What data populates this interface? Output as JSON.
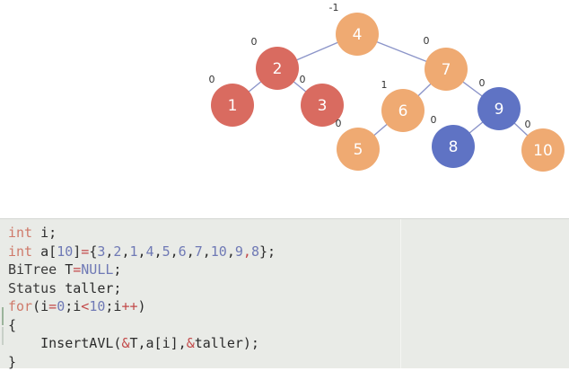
{
  "tree": {
    "colors": {
      "red": "#d96b60",
      "orange": "#efaa72",
      "blue": "#5f73c4",
      "edge": "#8c95c9"
    },
    "nodes": [
      {
        "id": "n4",
        "label": "4",
        "bf": "-1",
        "color": "orange"
      },
      {
        "id": "n2",
        "label": "2",
        "bf": "0",
        "color": "red"
      },
      {
        "id": "n7",
        "label": "7",
        "bf": "0",
        "color": "orange"
      },
      {
        "id": "n1",
        "label": "1",
        "bf": "0",
        "color": "red"
      },
      {
        "id": "n3",
        "label": "3",
        "bf": "0",
        "color": "red"
      },
      {
        "id": "n6",
        "label": "6",
        "bf": "1",
        "color": "orange"
      },
      {
        "id": "n9",
        "label": "9",
        "bf": "0",
        "color": "blue"
      },
      {
        "id": "n5",
        "label": "5",
        "bf": "0",
        "color": "orange"
      },
      {
        "id": "n8",
        "label": "8",
        "bf": "0",
        "color": "blue"
      },
      {
        "id": "n10",
        "label": "10",
        "bf": "0",
        "color": "orange"
      }
    ],
    "edges": [
      [
        "n4",
        "n2"
      ],
      [
        "n4",
        "n7"
      ],
      [
        "n2",
        "n1"
      ],
      [
        "n2",
        "n3"
      ],
      [
        "n7",
        "n6"
      ],
      [
        "n7",
        "n9"
      ],
      [
        "n6",
        "n5"
      ],
      [
        "n9",
        "n8"
      ],
      [
        "n9",
        "n10"
      ]
    ]
  },
  "code": {
    "lines": [
      [
        {
          "t": "int",
          "k": "kw"
        },
        {
          "t": " i;",
          "k": "plain"
        }
      ],
      [
        {
          "t": "int",
          "k": "kw"
        },
        {
          "t": " a[",
          "k": "plain"
        },
        {
          "t": "10",
          "k": "num"
        },
        {
          "t": "]",
          "k": "plain"
        },
        {
          "t": "=",
          "k": "op"
        },
        {
          "t": "{",
          "k": "plain"
        },
        {
          "t": "3",
          "k": "num"
        },
        {
          "t": ",",
          "k": "plain"
        },
        {
          "t": "2",
          "k": "num"
        },
        {
          "t": ",",
          "k": "plain"
        },
        {
          "t": "1",
          "k": "num"
        },
        {
          "t": ",",
          "k": "plain"
        },
        {
          "t": "4",
          "k": "num"
        },
        {
          "t": ",",
          "k": "plain"
        },
        {
          "t": "5",
          "k": "num"
        },
        {
          "t": ",",
          "k": "plain"
        },
        {
          "t": "6",
          "k": "num"
        },
        {
          "t": ",",
          "k": "plain"
        },
        {
          "t": "7",
          "k": "num"
        },
        {
          "t": ",",
          "k": "plain"
        },
        {
          "t": "10",
          "k": "num"
        },
        {
          "t": ",",
          "k": "plain"
        },
        {
          "t": "9",
          "k": "num"
        },
        {
          "t": ",",
          "k": "op"
        },
        {
          "t": "8",
          "k": "num"
        },
        {
          "t": "};",
          "k": "plain"
        }
      ],
      [
        {
          "t": "BiTree",
          "k": "type"
        },
        {
          "t": " T",
          "k": "plain"
        },
        {
          "t": "=",
          "k": "op"
        },
        {
          "t": "NULL",
          "k": "num"
        },
        {
          "t": ";",
          "k": "plain"
        }
      ],
      [
        {
          "t": "Status",
          "k": "type"
        },
        {
          "t": " taller;",
          "k": "plain"
        }
      ],
      [
        {
          "t": "for",
          "k": "kw"
        },
        {
          "t": "(i",
          "k": "plain"
        },
        {
          "t": "=",
          "k": "op"
        },
        {
          "t": "0",
          "k": "num"
        },
        {
          "t": ";i",
          "k": "plain"
        },
        {
          "t": "<",
          "k": "op"
        },
        {
          "t": "10",
          "k": "num"
        },
        {
          "t": ";i",
          "k": "plain"
        },
        {
          "t": "++",
          "k": "op"
        },
        {
          "t": ")",
          "k": "plain"
        }
      ],
      [
        {
          "t": "{",
          "k": "plain"
        }
      ],
      [
        {
          "t": "    InsertAVL(",
          "k": "plain"
        },
        {
          "t": "&",
          "k": "op"
        },
        {
          "t": "T,a[i],",
          "k": "plain"
        },
        {
          "t": "&",
          "k": "op"
        },
        {
          "t": "taller);",
          "k": "plain"
        }
      ],
      [
        {
          "t": "}",
          "k": "plain"
        }
      ]
    ]
  }
}
